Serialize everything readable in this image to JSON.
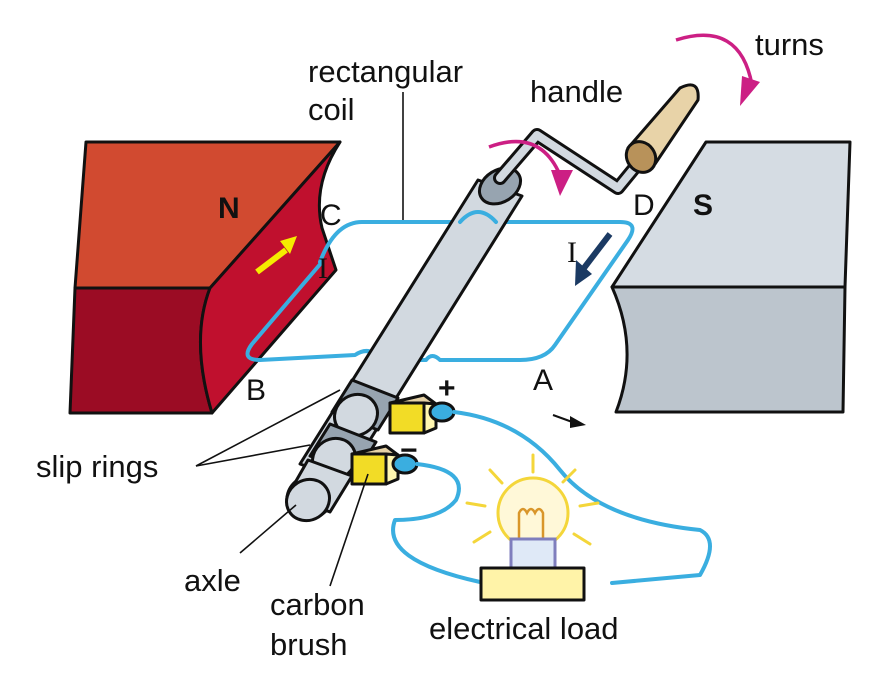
{
  "diagram": {
    "title": "AC generator",
    "labels": {
      "rectangular_coil_line1": "rectangular",
      "rectangular_coil_line2": "coil",
      "handle": "handle",
      "turns": "turns",
      "north_pole": "N",
      "south_pole": "S",
      "corner_a": "A",
      "corner_b": "B",
      "corner_c": "C",
      "corner_d": "D",
      "current_left": "I",
      "current_right": "I",
      "slip_rings": "slip rings",
      "axle": "axle",
      "carbon_brush_line1": "carbon",
      "carbon_brush_line2": "brush",
      "electrical_load": "electrical load",
      "positive_terminal": "+",
      "negative_terminal": "−"
    },
    "colors": {
      "north_top": "#d14a30",
      "north_front": "#9b0c24",
      "north_face": "#c0102e",
      "south_top": "#d5dce3",
      "south_front": "#bcc5cd",
      "wire": "#3aaee0",
      "axle": "#d2d9e0",
      "ring": "#97a4b0",
      "brush": "#f2dc26",
      "brush_top": "#e6d2a6",
      "handle_grip": "#e8d3a8",
      "rotation_arrow": "#cc1f84",
      "current_arrow_left": "#f5ec00",
      "current_arrow_right": "#1b3a63",
      "bulb_glass": "#fff8d8",
      "bulb_outline": "#f4d63a",
      "bulb_base": "#dfe9f7",
      "load_base": "#fff3a8"
    }
  }
}
